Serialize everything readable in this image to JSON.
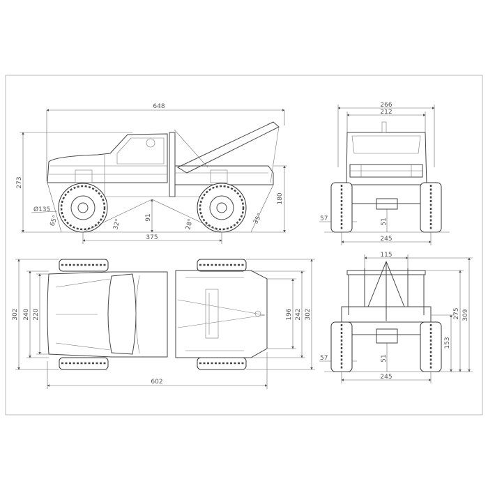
{
  "side_view": {
    "overall_length": "648",
    "overall_height": "273",
    "bed_height": "180",
    "wheelbase": "375",
    "ground_clearance": "91",
    "tire_diameter": "Ø135",
    "approach_angle": "65°",
    "breakover_front": "32°",
    "breakover_rear": "28°",
    "departure_angle": "35°"
  },
  "top_view": {
    "length": "602",
    "front_width_overall": "302",
    "front_width_body": "240",
    "front_width_inner": "220",
    "rear_inner": "196",
    "rear_body": "242",
    "rear_overall": "302"
  },
  "front_view": {
    "overall_width": "266",
    "body_width": "212",
    "track": "245",
    "tire_width": "57",
    "axle_clearance": "51"
  },
  "rear_view": {
    "boom_width": "115",
    "overall_height": "309",
    "rack_height": "275",
    "bed_height": "153",
    "track": "245",
    "tire_width": "57",
    "axle_clearance": "51"
  }
}
